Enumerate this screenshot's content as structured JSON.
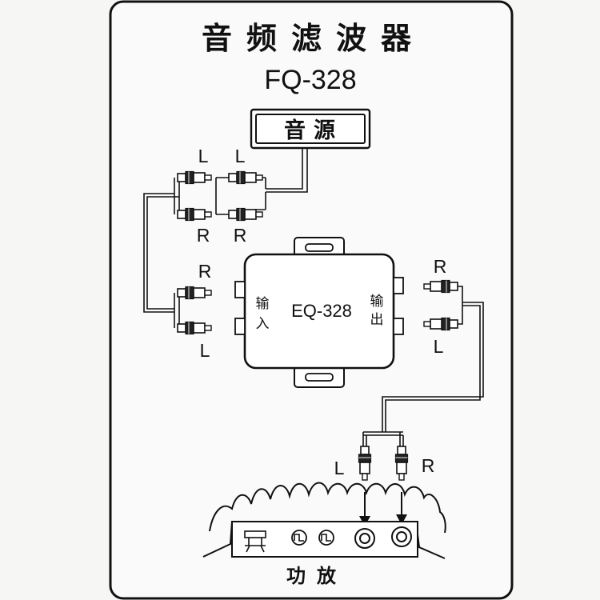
{
  "title": "音频滤波器",
  "model": "FQ-328",
  "source_label": "音源",
  "source_outputs": {
    "left_label": "L",
    "right_label": "R"
  },
  "filter": {
    "name": "EQ-328",
    "input_label_1": "输",
    "input_label_2": "入",
    "output_label_1": "输",
    "output_label_2": "出"
  },
  "input_cables": {
    "top_label": "R",
    "bottom_label": "L"
  },
  "output_cables": {
    "top_label": "R",
    "bottom_label": "L"
  },
  "amp_plugs": {
    "left_label": "L",
    "right_label": "R"
  },
  "amplifier_label": "功放",
  "colors": {
    "ink": "#111111",
    "paper": "#fafafa",
    "background": "#f6f6f4"
  }
}
